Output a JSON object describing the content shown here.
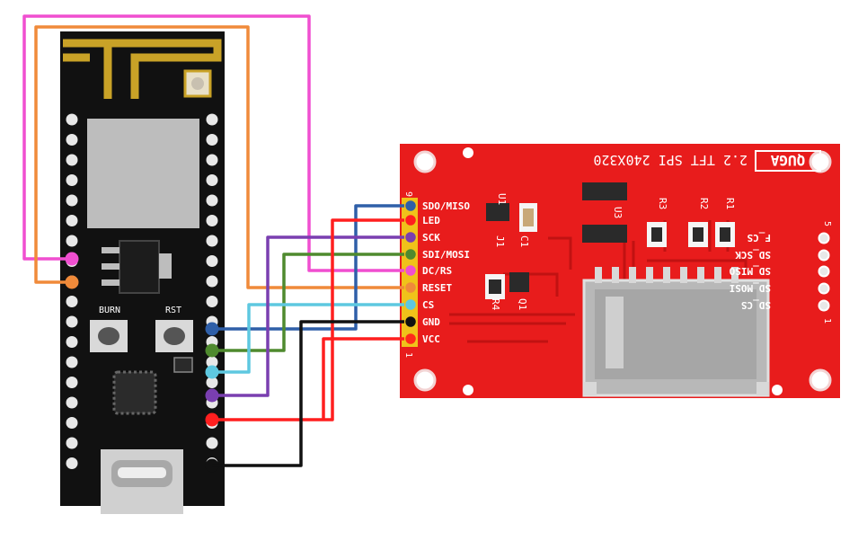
{
  "devkit": {
    "buttons": [
      {
        "label": "BURN"
      },
      {
        "label": "RST"
      }
    ]
  },
  "display": {
    "brand": "QUGA",
    "title": "2.2 TFT SPI 240X320",
    "header_pins": [
      {
        "label": "SDO/MISO",
        "color": "#2f5fa8"
      },
      {
        "label": "LED",
        "color": "#ff1f1f"
      },
      {
        "label": "SCK",
        "color": "#7a3fb0"
      },
      {
        "label": "SDI/MOSI",
        "color": "#4f8a2e"
      },
      {
        "label": "DC/RS",
        "color": "#f04fd0"
      },
      {
        "label": "RESET",
        "color": "#f08a3a"
      },
      {
        "label": "CS",
        "color": "#5ec8e0"
      },
      {
        "label": "GND",
        "color": "#111111"
      },
      {
        "label": "VCC",
        "color": "#ff2a1a"
      }
    ],
    "header_num_top": "9",
    "header_num_bottom": "1",
    "sd_pins": [
      "F_CS",
      "SD_SCK",
      "SD_MISO",
      "SD_MOSI",
      "SD_CS"
    ],
    "sd_num_top": "5",
    "sd_num_bottom": "1",
    "components": {
      "u1": "U1",
      "j1": "J1",
      "c1": "C1",
      "u3": "U3",
      "r3": "R3",
      "r2": "R2",
      "r1": "R1",
      "r4": "R4",
      "q1": "Q1"
    }
  },
  "wire_colors": {
    "pink": "#f04fd0",
    "orange": "#f08a3a",
    "blue": "#2f5fa8",
    "green": "#4f8a2e",
    "cyan": "#5ec8e0",
    "purple": "#7a3fb0",
    "red": "#ff1f1f",
    "black": "#111111"
  }
}
